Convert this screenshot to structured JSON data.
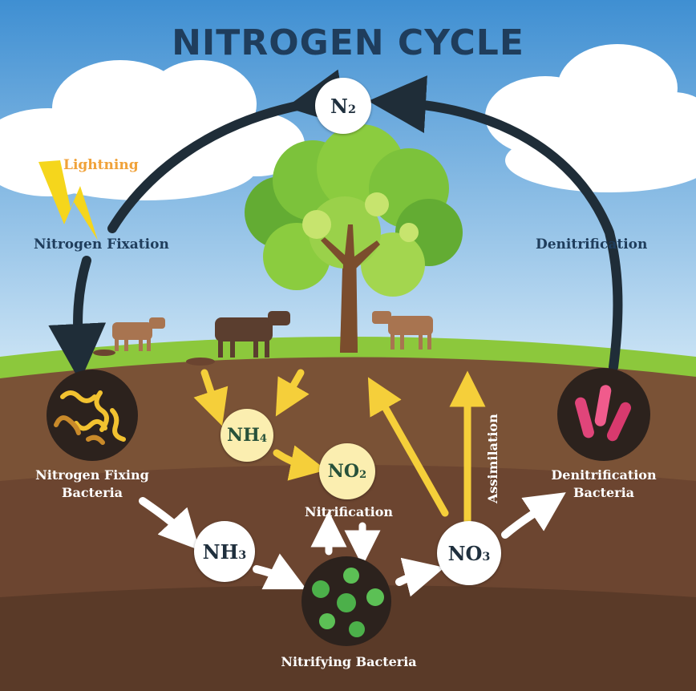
{
  "title": "NITROGEN CYCLE",
  "labels": {
    "lightning": "Lightning",
    "nitrogen_fixation": "Nitrogen Fixation",
    "denitrification": "Denitrification",
    "nitrogen_fixing_bacteria": "Nitrogen Fixing\nBacteria",
    "denitrification_bacteria": "Denitrification\nBacteria",
    "nitrification": "Nitrification",
    "nitrifying_bacteria": "Nitrifying Bacteria",
    "assimilation": "Assimilation"
  },
  "nodes": {
    "n2": {
      "base": "N",
      "sub": "2"
    },
    "nh4": {
      "base": "NH",
      "sub": "4"
    },
    "no2": {
      "base": "NO",
      "sub": "2"
    },
    "nh3": {
      "base": "NH",
      "sub": "3"
    },
    "no3": {
      "base": "NO",
      "sub": "3"
    }
  },
  "colors": {
    "sky": "#4a9ad6",
    "grass": "#8cc83c",
    "soil": "#7a5236",
    "soil_deep": "#5a3a28",
    "arrow_dark": "#1f2d38",
    "arrow_yellow": "#f5cf3a",
    "arrow_white": "#ffffff",
    "title": "#1f3d5c",
    "lightning": "#f0a23a"
  }
}
